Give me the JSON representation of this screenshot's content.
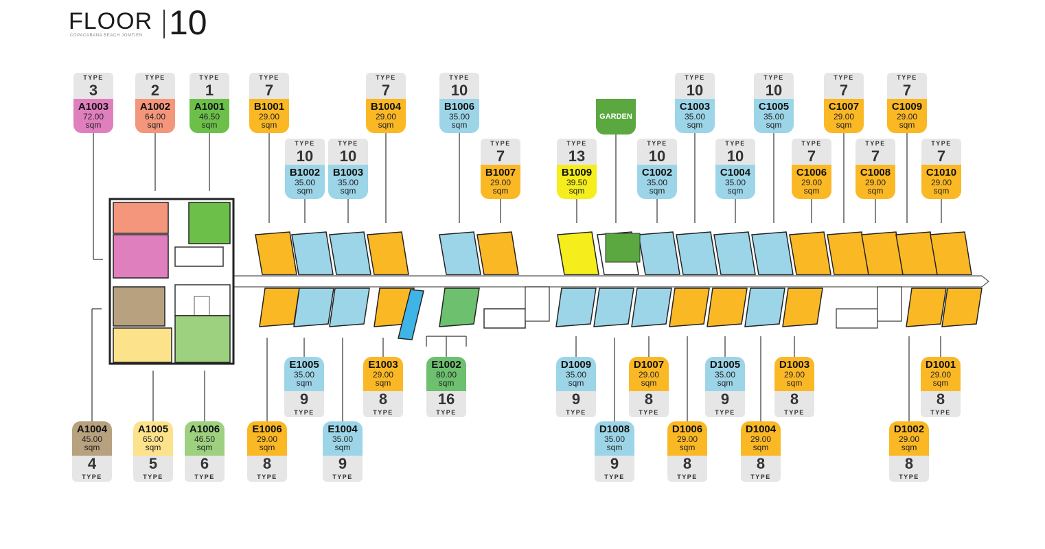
{
  "header": {
    "floor_label": "FLOOR",
    "floor_number": "10",
    "subtitle": "COPACABANA BEACH JOMTIEN"
  },
  "type_label": "TYPE",
  "unit_label": "sqm",
  "garden_label": "GARDEN",
  "colors": {
    "type_1": "#6cc04a",
    "type_2": "#f4967c",
    "type_3": "#e07fbe",
    "type_4": "#b7a17e",
    "type_5": "#fde28c",
    "type_6": "#9dd17f",
    "type_7": "#fbb825",
    "type_8": "#fbb825",
    "type_9": "#9dd5e8",
    "type_10": "#9dd5e8",
    "type_13": "#f5ee1c",
    "type_16": "#6cc06e",
    "garden": "#5aa83f",
    "pool": "#3fb4e6"
  },
  "units_top": [
    {
      "code": "A1003",
      "area": "72.00",
      "type": "3"
    },
    {
      "code": "A1002",
      "area": "64.00",
      "type": "2"
    },
    {
      "code": "A1001",
      "area": "46.50",
      "type": "1"
    },
    {
      "code": "B1001",
      "area": "29.00",
      "type": "7"
    },
    {
      "code": "B1002",
      "area": "35.00",
      "type": "10"
    },
    {
      "code": "B1003",
      "area": "35.00",
      "type": "10"
    },
    {
      "code": "B1004",
      "area": "29.00",
      "type": "7"
    },
    {
      "code": "B1006",
      "area": "35.00",
      "type": "10"
    },
    {
      "code": "B1007",
      "area": "29.00",
      "type": "7"
    },
    {
      "code": "B1009",
      "area": "39.50",
      "type": "13"
    },
    {
      "code": "C1002",
      "area": "35.00",
      "type": "10"
    },
    {
      "code": "C1003",
      "area": "35.00",
      "type": "10"
    },
    {
      "code": "C1004",
      "area": "35.00",
      "type": "10"
    },
    {
      "code": "C1005",
      "area": "35.00",
      "type": "10"
    },
    {
      "code": "C1006",
      "area": "29.00",
      "type": "7"
    },
    {
      "code": "C1007",
      "area": "29.00",
      "type": "7"
    },
    {
      "code": "C1008",
      "area": "29.00",
      "type": "7"
    },
    {
      "code": "C1009",
      "area": "29.00",
      "type": "7"
    },
    {
      "code": "C1010",
      "area": "29.00",
      "type": "7"
    }
  ],
  "units_bottom": [
    {
      "code": "E1005",
      "area": "35.00",
      "type": "9"
    },
    {
      "code": "E1003",
      "area": "29.00",
      "type": "8"
    },
    {
      "code": "E1002",
      "area": "80.00",
      "type": "16"
    },
    {
      "code": "D1009",
      "area": "35.00",
      "type": "9"
    },
    {
      "code": "D1007",
      "area": "29.00",
      "type": "8"
    },
    {
      "code": "D1005",
      "area": "35.00",
      "type": "9"
    },
    {
      "code": "D1003",
      "area": "29.00",
      "type": "8"
    },
    {
      "code": "D1001",
      "area": "29.00",
      "type": "8"
    },
    {
      "code": "A1004",
      "area": "45.00",
      "type": "4"
    },
    {
      "code": "A1005",
      "area": "65.00",
      "type": "5"
    },
    {
      "code": "A1006",
      "area": "46.50",
      "type": "6"
    },
    {
      "code": "E1006",
      "area": "29.00",
      "type": "8"
    },
    {
      "code": "E1004",
      "area": "35.00",
      "type": "9"
    },
    {
      "code": "D1008",
      "area": "35.00",
      "type": "9"
    },
    {
      "code": "D1006",
      "area": "29.00",
      "type": "8"
    },
    {
      "code": "D1004",
      "area": "29.00",
      "type": "8"
    },
    {
      "code": "D1002",
      "area": "29.00",
      "type": "8"
    }
  ]
}
